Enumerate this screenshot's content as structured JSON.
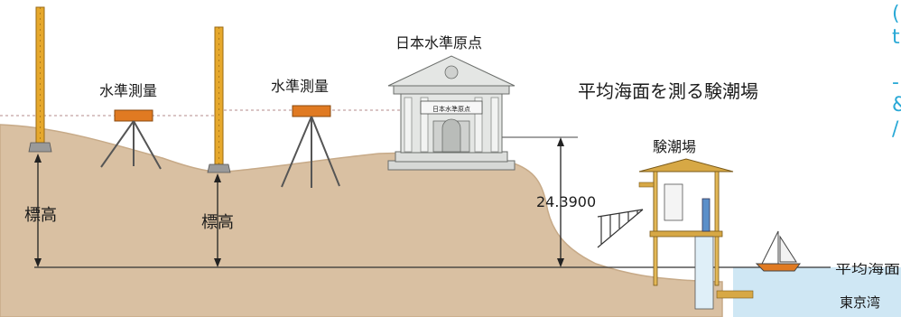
{
  "labels": {
    "leveling_1": "水準測量",
    "leveling_2": "水準測量",
    "datum_building": "日本水準原点",
    "diagram_title": "平均海面を測る験潮場",
    "tide_station": "験潮場",
    "elevation_1": "標高",
    "elevation_2": "標高",
    "datum_height": "24.3900",
    "mean_sea_level": "平均海面",
    "tokyo_bay": "東京湾",
    "plaque": "日本水準原点"
  },
  "edge_text_lines": [
    "(",
    "t",
    "-",
    "&",
    "/"
  ],
  "colors": {
    "ground": "#d9c0a2",
    "ground_edge": "#c7aa88",
    "staff": "#e6a82c",
    "instrument": "#e07a22",
    "water": "#cfe7f4",
    "building": "#e4e6e4",
    "building_line": "#6a6d6a",
    "edge_text": "#2aa9d6"
  }
}
